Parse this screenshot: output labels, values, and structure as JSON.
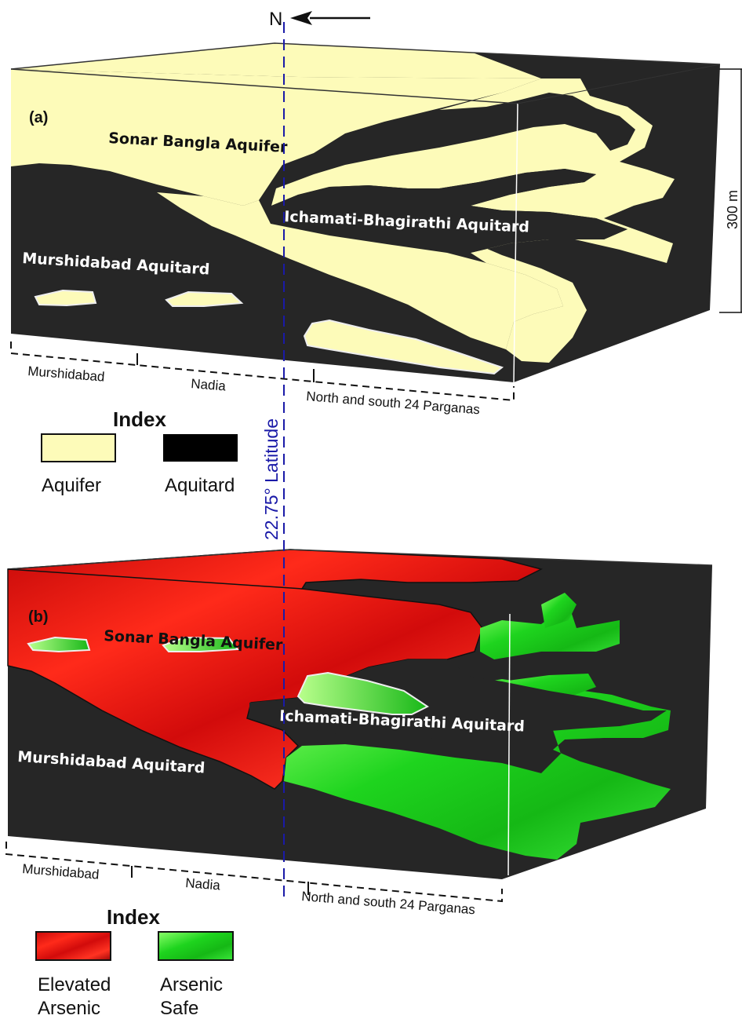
{
  "north": {
    "label": "N"
  },
  "latitude_line": {
    "label": "22.75° Latitude",
    "color": "#1a1aa8"
  },
  "scale": {
    "label": "300 m"
  },
  "panel_a": {
    "label": "(a)",
    "units": {
      "sonar_bangla": "Sonar Bangla Aquifer",
      "ichamati": "Ichamati-Bhagirathi Aquitard",
      "murshidabad": "Murshidabad Aquitard"
    },
    "districts": [
      "Murshidabad",
      "Nadia",
      "North and south 24 Parganas"
    ],
    "index": {
      "title": "Index",
      "items": [
        {
          "label": "Aquifer",
          "color": "#fdfbb9"
        },
        {
          "label": "Aquitard",
          "color": "#000000"
        }
      ]
    }
  },
  "panel_b": {
    "label": "(b)",
    "units": {
      "sonar_bangla": "Sonar Bangla Aquifer",
      "ichamati": "Ichamati-Bhagirathi Aquitard",
      "murshidabad": "Murshidabad Aquitard"
    },
    "districts": [
      "Murshidabad",
      "Nadia",
      "North and south 24 Parganas"
    ],
    "index": {
      "title": "Index",
      "items": [
        {
          "label": "Elevated Arsenic",
          "line1": "Elevated",
          "line2": "Arsenic",
          "color": "#e01010"
        },
        {
          "label": "Arsenic Safe",
          "line1": "Arsenic",
          "line2": "Safe",
          "color": "#1fd41f"
        }
      ]
    }
  },
  "colors": {
    "aquifer": "#fdfbb9",
    "aquitard": "#262626",
    "elevated_arsenic": "#e01010",
    "arsenic_safe": "#1fd41f"
  }
}
